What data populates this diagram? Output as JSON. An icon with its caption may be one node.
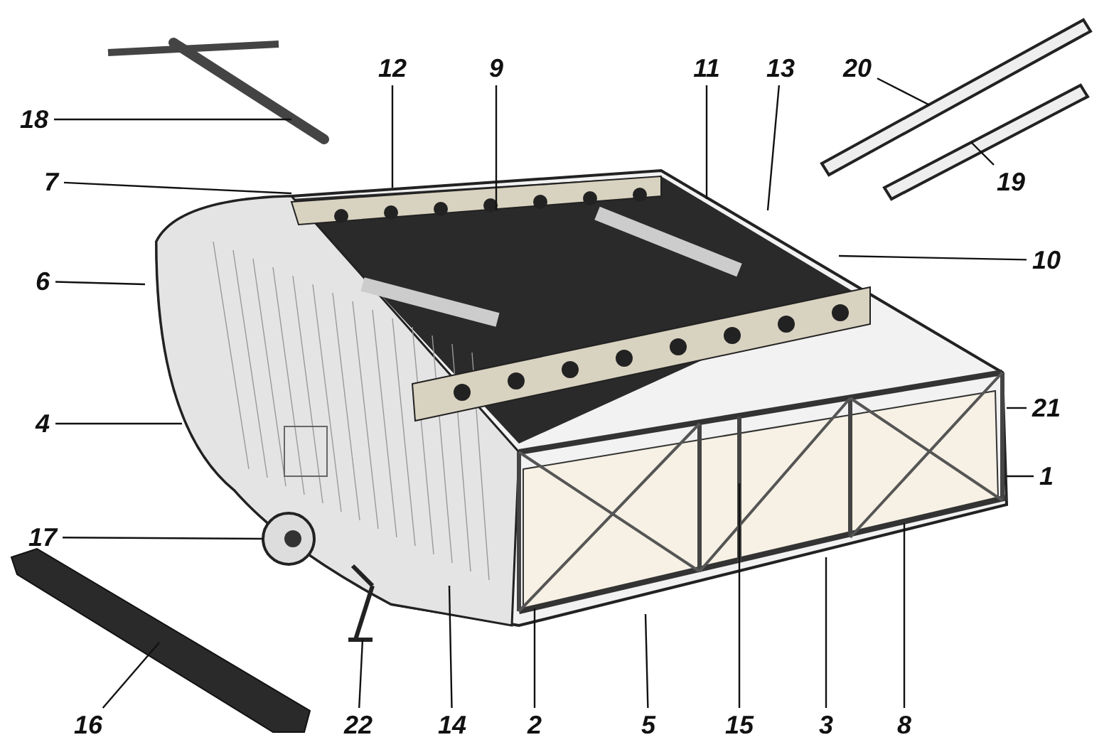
{
  "diagram": {
    "nodes": [
      {
        "text": [
          "12"
        ]
      },
      {
        "text": [
          "9"
        ]
      },
      {
        "text": [
          "11"
        ]
      },
      {
        "text": [
          "13"
        ]
      },
      {
        "text": [
          "20"
        ]
      },
      {
        "text": [
          "18"
        ]
      },
      {
        "text": [
          "7"
        ]
      },
      {
        "text": [
          "19"
        ]
      },
      {
        "text": [
          "10"
        ]
      },
      {
        "text": [
          "6"
        ]
      },
      {
        "text": [
          "21"
        ]
      },
      {
        "text": [
          "4"
        ]
      },
      {
        "text": [
          "1"
        ]
      },
      {
        "text": [
          "17"
        ]
      },
      {
        "text": [
          "16"
        ]
      },
      {
        "text": [
          "22"
        ]
      },
      {
        "text": [
          "14"
        ]
      },
      {
        "text": [
          "2"
        ]
      },
      {
        "text": [
          "5"
        ]
      },
      {
        "text": [
          "15"
        ]
      },
      {
        "text": [
          "3"
        ]
      },
      {
        "text": [
          "8"
        ]
      },
      {
        "text": [],
        "shape": "picture"
      },
      {
        "text": [],
        "shape": "picture"
      },
      {
        "text": [],
        "shape": "picture"
      },
      {
        "text": [],
        "shape": "picture"
      },
      {
        "text": [],
        "shape": "picture"
      },
      {
        "text": [],
        "shape": "picture"
      }
    ],
    "edges": [
      {
        "from": 0,
        "to": null,
        "arrow": "none"
      },
      {
        "from": 1,
        "to": null,
        "arrow": "none"
      },
      {
        "from": 2,
        "to": null,
        "arrow": "none"
      },
      {
        "from": 3,
        "to": null,
        "arrow": "none"
      },
      {
        "from": 4,
        "to": 23,
        "arrow": "none"
      },
      {
        "from": 5,
        "to": 22,
        "arrow": "none"
      },
      {
        "from": 6,
        "to": null,
        "arrow": "none"
      },
      {
        "from": 7,
        "to": 24,
        "arrow": "none"
      },
      {
        "from": 8,
        "to": null,
        "arrow": "none"
      },
      {
        "from": 9,
        "to": null,
        "arrow": "none"
      },
      {
        "from": 10,
        "to": null,
        "arrow": "none"
      },
      {
        "from": 11,
        "to": null,
        "arrow": "none"
      },
      {
        "from": 12,
        "to": null,
        "arrow": "none"
      },
      {
        "from": 13,
        "to": 26,
        "arrow": "none"
      },
      {
        "from": 14,
        "to": 27,
        "arrow": "none"
      },
      {
        "from": 15,
        "to": 25,
        "arrow": "none"
      },
      {
        "from": 16,
        "to": null,
        "arrow": "none"
      },
      {
        "from": 17,
        "to": null,
        "arrow": "none"
      },
      {
        "from": 18,
        "to": null,
        "arrow": "none"
      },
      {
        "from": 19,
        "to": null,
        "arrow": "none"
      },
      {
        "from": 20,
        "to": null,
        "arrow": "none"
      },
      {
        "from": 21,
        "to": null,
        "arrow": "none"
      }
    ]
  }
}
